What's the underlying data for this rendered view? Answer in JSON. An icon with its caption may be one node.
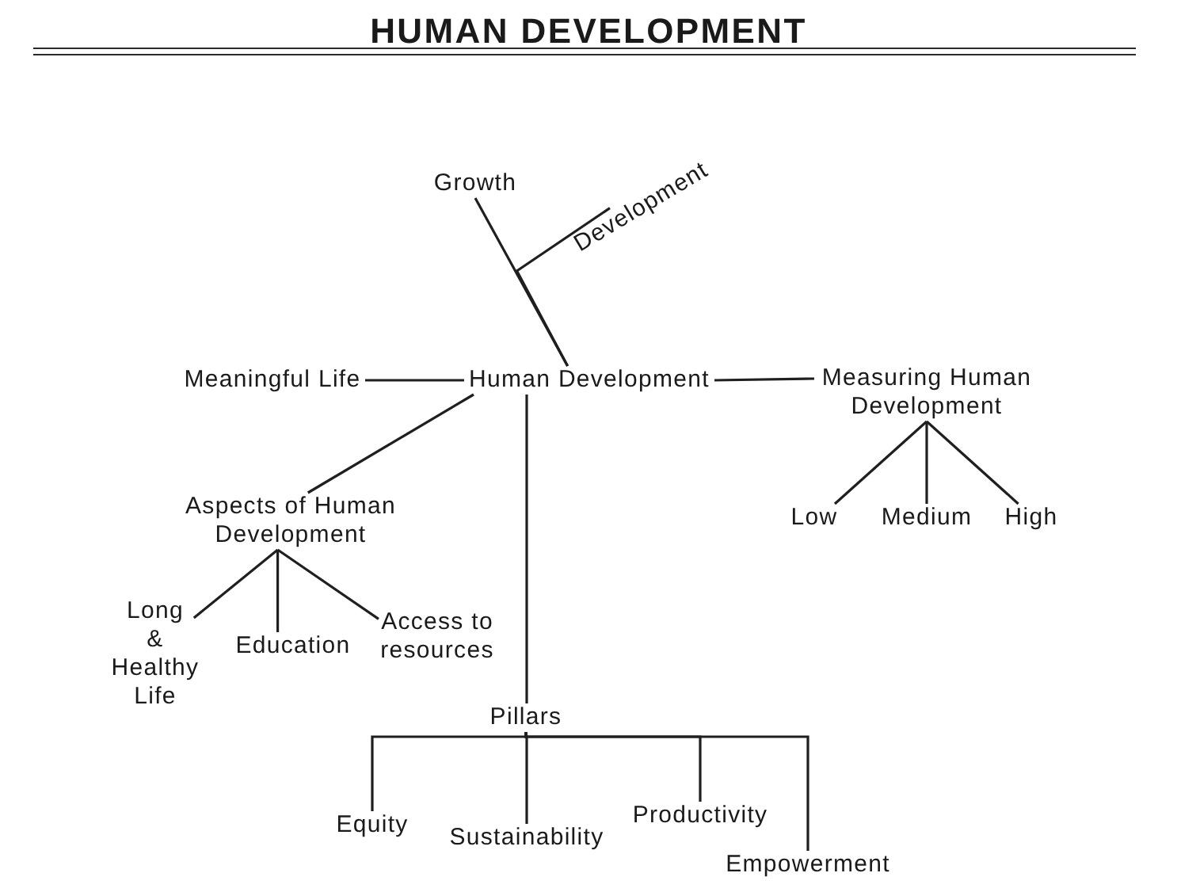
{
  "diagram": {
    "title": "HUMAN DEVELOPMENT",
    "nodes": [
      {
        "text": [
          "Growth"
        ]
      },
      {
        "text": [
          "Development"
        ]
      },
      {
        "text": [
          "Meaningful Life"
        ]
      },
      {
        "text": [
          "Human Development"
        ]
      },
      {
        "text": [
          "Measuring Human Development"
        ]
      },
      {
        "text": [
          "Low"
        ]
      },
      {
        "text": [
          "Medium"
        ]
      },
      {
        "text": [
          "High"
        ]
      },
      {
        "text": [
          "Aspects of Human Development"
        ]
      },
      {
        "text": [
          "Long & Healthy Life"
        ]
      },
      {
        "text": [
          "Education"
        ]
      },
      {
        "text": [
          "Access to resources"
        ]
      },
      {
        "text": [
          "Pillars"
        ]
      },
      {
        "text": [
          "Equity"
        ]
      },
      {
        "text": [
          "Sustainability"
        ]
      },
      {
        "text": [
          "Productivity"
        ]
      },
      {
        "text": [
          "Empowerment"
        ]
      }
    ],
    "edges": [
      {
        "from": 3,
        "to": 0,
        "arrow": "none"
      },
      {
        "from": 3,
        "to": 1,
        "arrow": "none"
      },
      {
        "from": 2,
        "to": 3,
        "arrow": "none"
      },
      {
        "from": 3,
        "to": 4,
        "arrow": "none"
      },
      {
        "from": 4,
        "to": 5,
        "arrow": "none"
      },
      {
        "from": 4,
        "to": 6,
        "arrow": "none"
      },
      {
        "from": 4,
        "to": 7,
        "arrow": "none"
      },
      {
        "from": 3,
        "to": 8,
        "arrow": "none"
      },
      {
        "from": 8,
        "to": 9,
        "arrow": "none"
      },
      {
        "from": 8,
        "to": 10,
        "arrow": "none"
      },
      {
        "from": 8,
        "to": 11,
        "arrow": "none"
      },
      {
        "from": 3,
        "to": 12,
        "arrow": "none"
      },
      {
        "from": 12,
        "to": 13,
        "arrow": "none"
      },
      {
        "from": 12,
        "to": 14,
        "arrow": "none"
      },
      {
        "from": 12,
        "to": 15,
        "arrow": "none"
      },
      {
        "from": 12,
        "to": 16,
        "arrow": "none"
      }
    ]
  }
}
